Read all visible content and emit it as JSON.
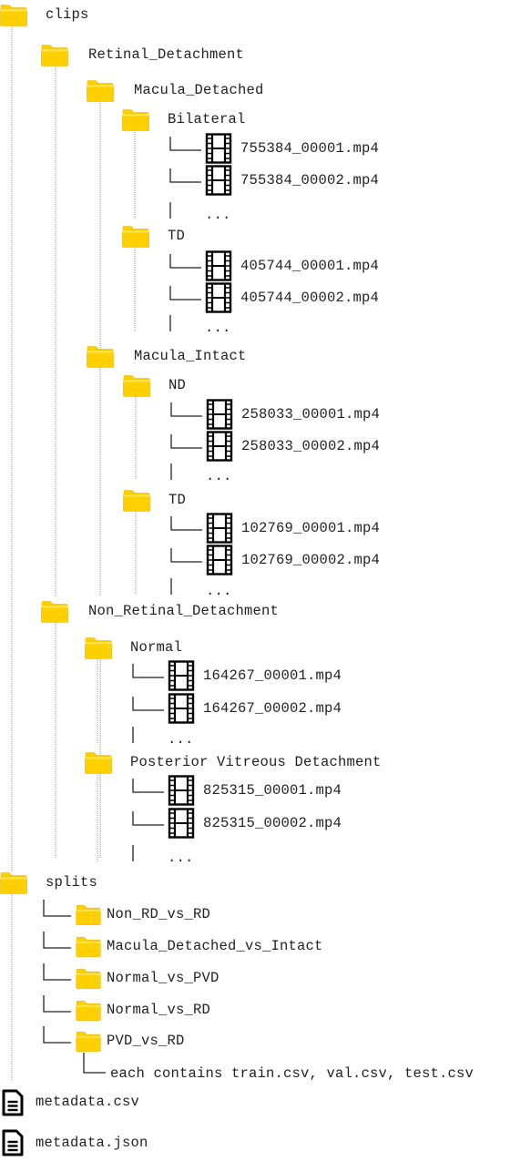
{
  "tree": {
    "clips": {
      "name": "clips",
      "retinal_detachment": {
        "name": "Retinal_Detachment",
        "macula_detached": {
          "name": "Macula_Detached",
          "bilateral": {
            "name": "Bilateral",
            "files": [
              "755384_00001.mp4",
              "755384_00002.mp4"
            ],
            "more": "..."
          },
          "td": {
            "name": "TD",
            "files": [
              "405744_00001.mp4",
              "405744_00002.mp4"
            ],
            "more": "..."
          }
        },
        "macula_intact": {
          "name": "Macula_Intact",
          "nd": {
            "name": "ND",
            "files": [
              "258033_00001.mp4",
              "258033_00002.mp4"
            ],
            "more": "..."
          },
          "td": {
            "name": "TD",
            "files": [
              "102769_00001.mp4",
              "102769_00002.mp4"
            ],
            "more": "..."
          }
        }
      },
      "non_retinal_detachment": {
        "name": "Non_Retinal_Detachment",
        "normal": {
          "name": "Normal",
          "files": [
            "164267_00001.mp4",
            "164267_00002.mp4"
          ],
          "more": "..."
        },
        "pvd": {
          "name": "Posterior Vitreous Detachment",
          "files": [
            "825315_00001.mp4",
            "825315_00002.mp4"
          ],
          "more": "..."
        }
      }
    },
    "splits": {
      "name": "splits",
      "items": [
        "Non_RD_vs_RD",
        "Macula_Detached_vs_Intact",
        "Normal_vs_PVD",
        "Normal_vs_RD",
        "PVD_vs_RD"
      ],
      "note": "each contains train.csv, val.csv, test.csv"
    },
    "files": [
      "metadata.csv",
      "metadata.json"
    ]
  },
  "colors": {
    "folder": "#FFD000",
    "folder_edge": "#E8B400",
    "line": "#222222",
    "guide": "#9a9a9a"
  }
}
